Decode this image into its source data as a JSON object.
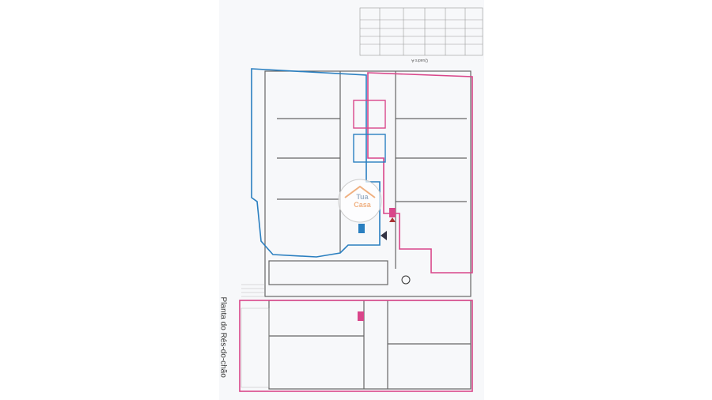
{
  "drawing": {
    "title": "Planta do Rés-do-chão",
    "table_caption": "Quadro A",
    "watermark": {
      "line1": "Tua",
      "line2": "Casa"
    },
    "colors": {
      "unit_blue": "#2a7fc0",
      "unit_pink": "#d9468a",
      "walls": "#555555",
      "paper": "#f7f8fa"
    },
    "unit_tags": [
      {
        "color": "#d9468a"
      },
      {
        "color": "#d9468a"
      },
      {
        "color": "#2a7fc0"
      }
    ]
  }
}
